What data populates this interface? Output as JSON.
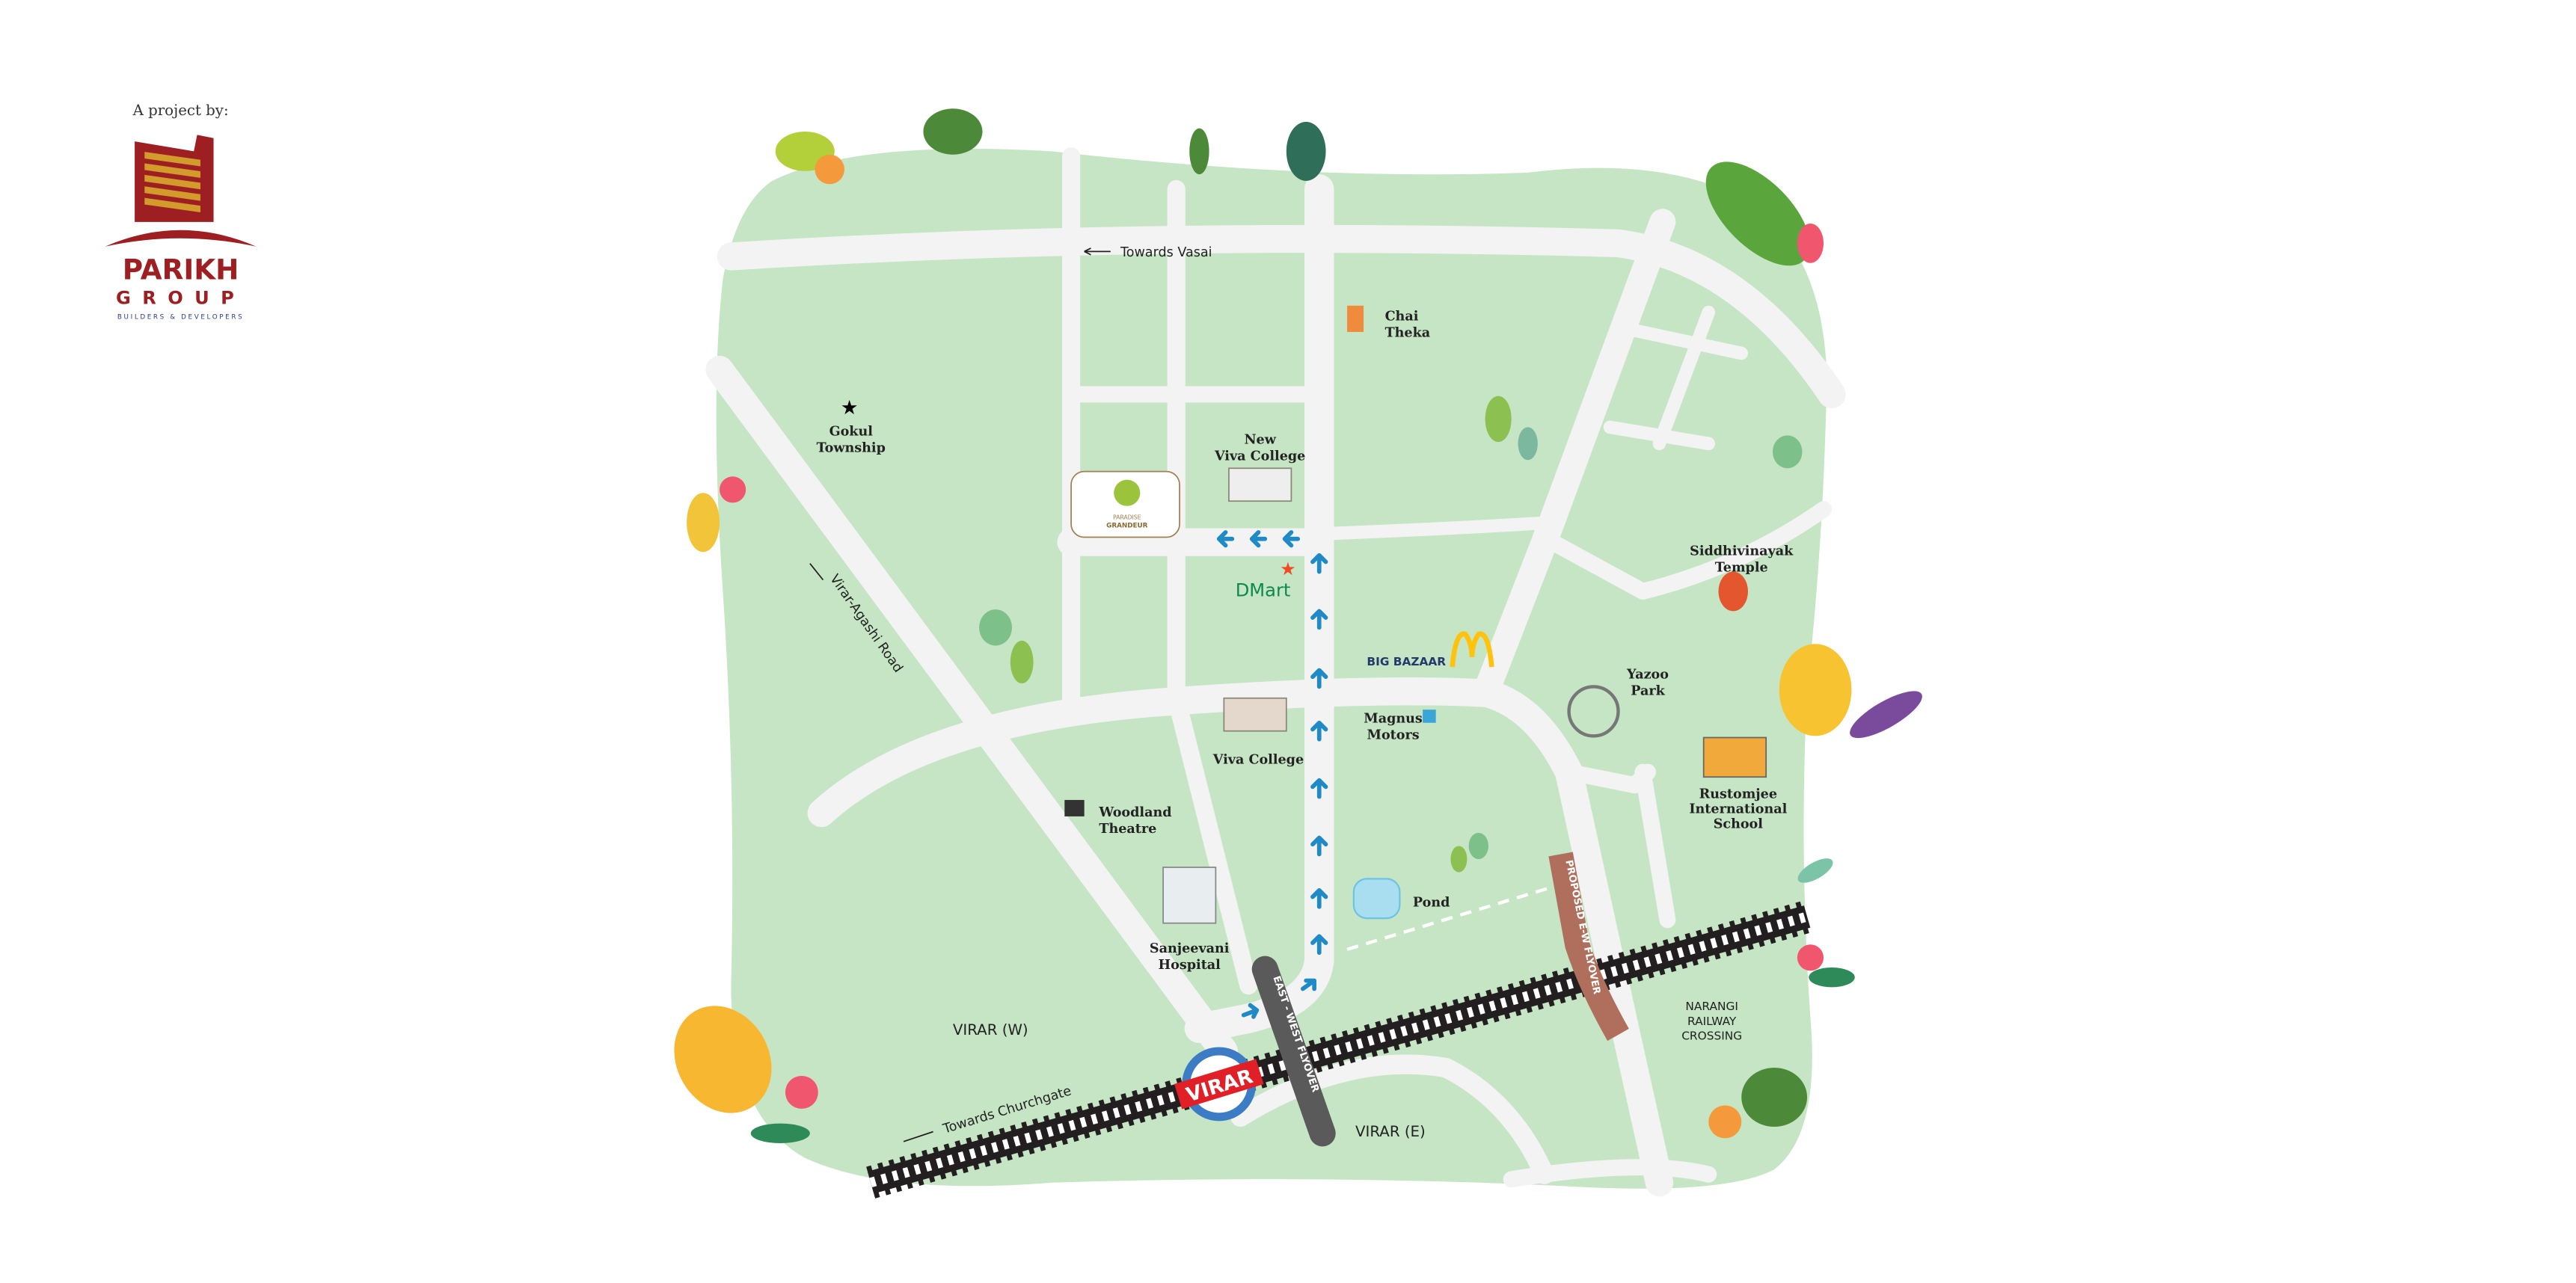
{
  "brand": {
    "intro": "A project by:",
    "name_line1": "PARIKH",
    "name_line2": "GROUP",
    "tagline": "BUILDERS & DEVELOPERS",
    "primary_color": "#9e1f22",
    "accent_color": "#d39b2c",
    "tagline_color": "#2e3a8c"
  },
  "project": {
    "line1": "PARADISE",
    "line2": "GRANDEUR"
  },
  "roads": {
    "towards_vasai": "Towards Vasai",
    "virar_agashi": "Virar-Agashi Road",
    "towards_churchgate": "Towards Churchgate",
    "east_west_flyover": "EAST - WEST FLYOVER",
    "proposed_flyover": "PROPOSED E-W FLYOVER"
  },
  "areas": {
    "virar_w": "VIRAR (W)",
    "virar_e": "VIRAR (E)",
    "narangi": [
      "NARANGI",
      "RAILWAY",
      "CROSSING"
    ]
  },
  "station": {
    "name": "VIRAR"
  },
  "landmarks": {
    "chai": [
      "Chai",
      "Theka"
    ],
    "gokul": [
      "Gokul",
      "Township"
    ],
    "new_viva": [
      "New",
      "Viva College"
    ],
    "dmart": "DMart",
    "bigbazaar": "BIG BAZAAR",
    "viva": "Viva College",
    "magnus": [
      "Magnus",
      "Motors"
    ],
    "siddhivinayak": [
      "Siddhivinayak",
      "Temple"
    ],
    "yazoo": [
      "Yazoo",
      "Park"
    ],
    "rustomjee": [
      "Rustomjee",
      "International",
      "School"
    ],
    "woodland": [
      "Woodland",
      "Theatre"
    ],
    "sanjeevani": [
      "Sanjeevani",
      "Hospital"
    ],
    "pond": "Pond"
  },
  "colors": {
    "land": "#c5e5c4",
    "road": "#f3f3f3",
    "route_arrow": "#1f8ac6",
    "rail": "#231f20",
    "flyover": "#5a5a5a",
    "proposed_flyover": "#b06e5c",
    "station_ring": "#3b7cc4",
    "station_label": "#e01f26"
  }
}
